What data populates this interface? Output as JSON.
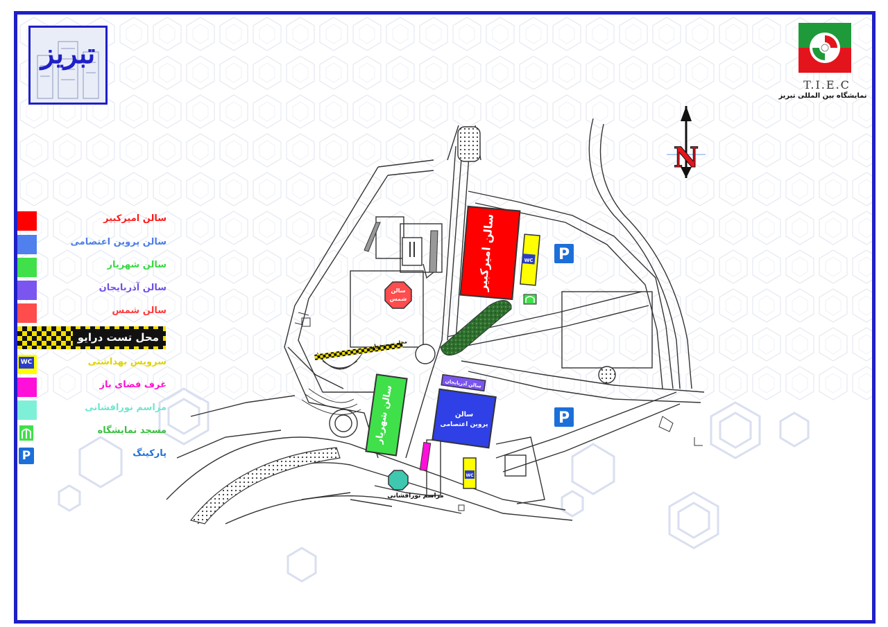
{
  "header": {
    "city_logo_text": "تبریز",
    "org_abbreviation": "T.I.E.C",
    "org_name": "نمایشگاه بین المللی تبریز"
  },
  "compass": {
    "letter": "N"
  },
  "legend": [
    {
      "id": "amirkabir",
      "label": "سالن امیرکبیر",
      "color": "#ff0000",
      "text_color": "#ff1a1a"
    },
    {
      "id": "parvin",
      "label": "سالن پروین اعتصامی",
      "color": "#4f80ee",
      "text_color": "#4a7de8"
    },
    {
      "id": "shahriar",
      "label": "سالن شهریار",
      "color": "#3fe04a",
      "text_color": "#3ad843"
    },
    {
      "id": "azarbaijan",
      "label": "سالن آذربایجان",
      "color": "#7b55f0",
      "text_color": "#7050e8"
    },
    {
      "id": "shams",
      "label": "سالن شمس",
      "color": "#ff4c4c",
      "text_color": "#ff3b3b"
    },
    {
      "id": "test_drive",
      "label": "محل تست درایو",
      "color": "#111111",
      "text_color": "#ffffff"
    },
    {
      "id": "wc",
      "label": "سرویس بهداشتی",
      "color": "#ffff00",
      "text_color": "#e0d400",
      "icon": "wc-icon",
      "icon_text": "WC"
    },
    {
      "id": "open_booths",
      "label": "غرف فضای باز",
      "color": "#ff10d8",
      "text_color": "#ff10d0"
    },
    {
      "id": "fireworks",
      "label": "مراسم نورافشانی",
      "color": "#7ff0d8",
      "text_color": "#6fe6cc"
    },
    {
      "id": "mosque",
      "label": "مسجد نمایشگاه",
      "color": "#3fe04a",
      "text_color": "#3ac03f",
      "icon": "mosque-icon"
    },
    {
      "id": "parking",
      "label": "پارکینگ",
      "color": "#1c6fd8",
      "text_color": "#1c6fd8",
      "icon": "parking-icon",
      "icon_text": "P"
    }
  ],
  "map": {
    "amirkabir_label": "سالن امیرکبیر",
    "parvin_label_1": "سالن",
    "parvin_label_2": "پروین اعتصامی",
    "shahriar_label": "سالن شهریار",
    "azarbaijan_label": "سالن آذربایجان",
    "shams_label_1": "سالن",
    "shams_label_2": "شمس",
    "test_drive_label": "محل تست درایو",
    "fireworks_label": "مراسم نورافشانی",
    "wc_text": "WC",
    "parking_text": "P"
  }
}
